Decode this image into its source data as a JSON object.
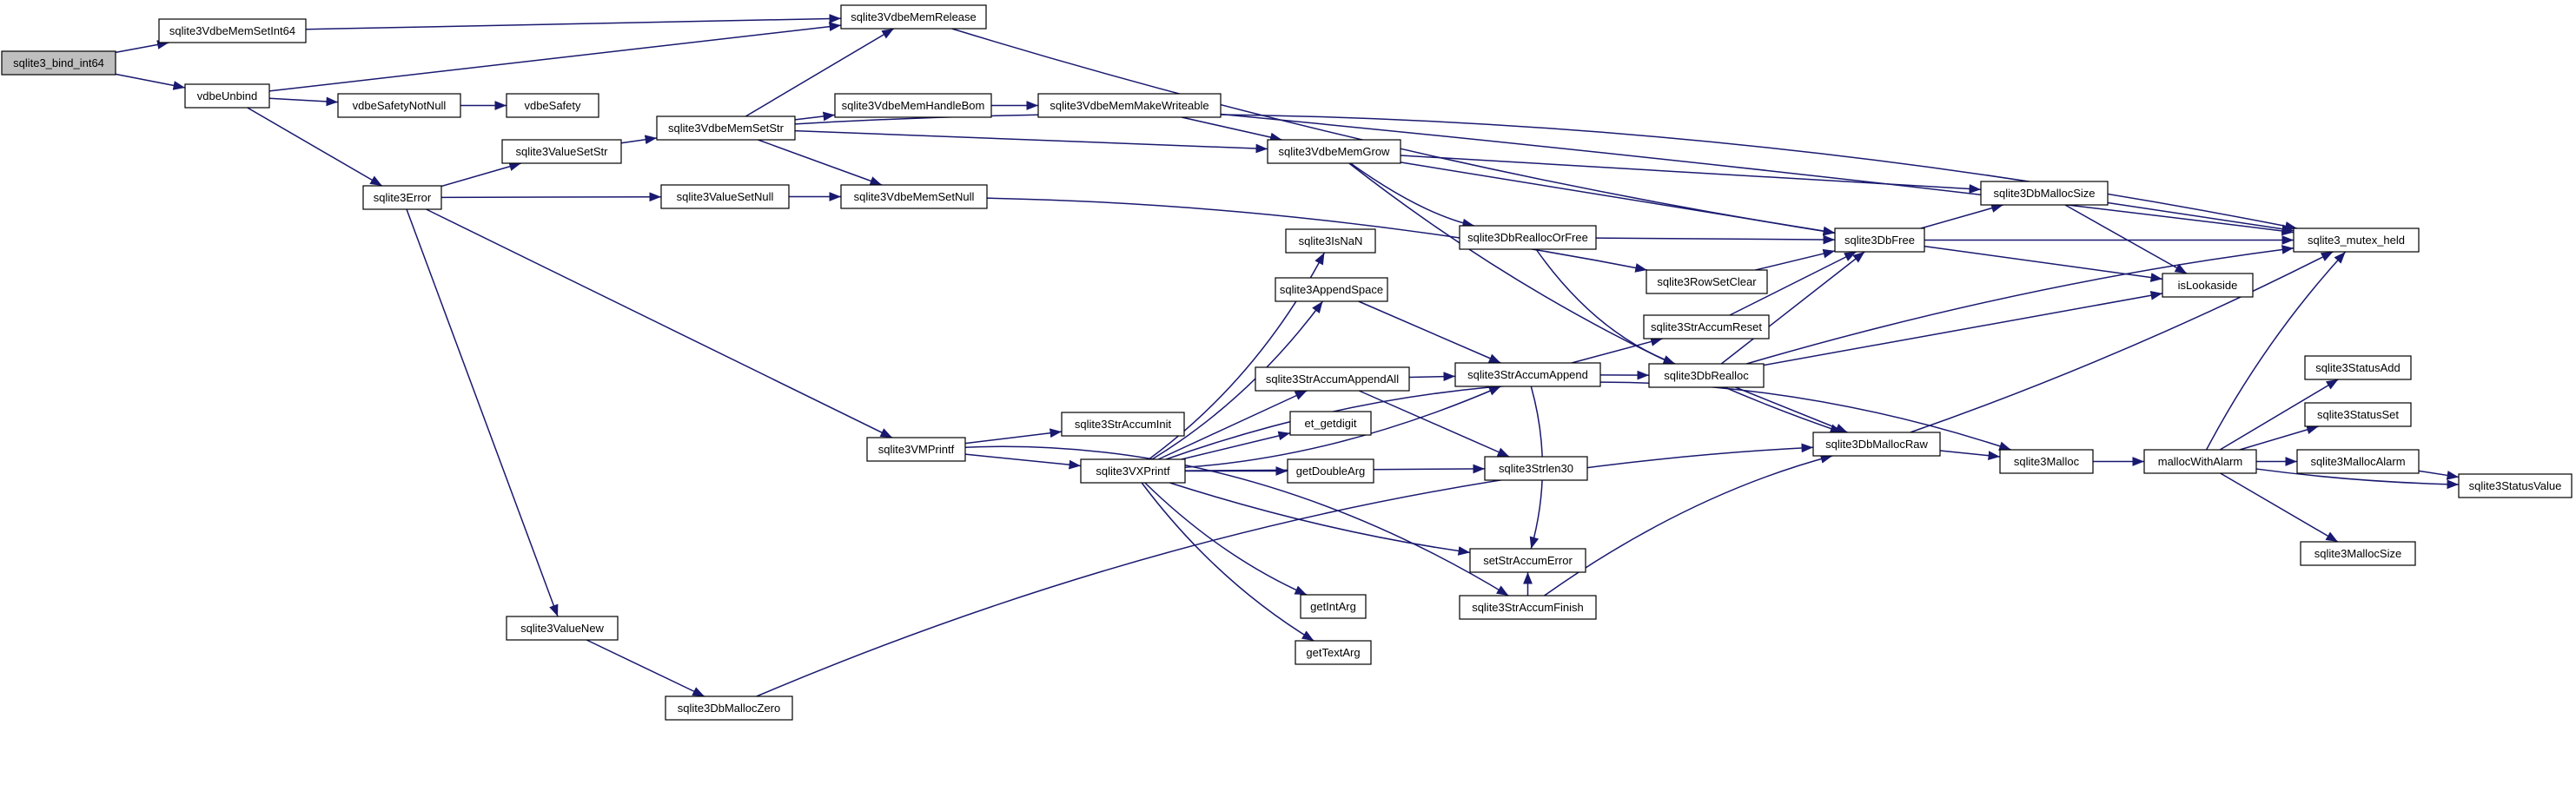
{
  "diagram": {
    "root": "sqlite3_bind_int64",
    "nodes": [
      {
        "id": "sqlite3_bind_int64",
        "label": "sqlite3_bind_int64"
      },
      {
        "id": "sqlite3VdbeMemSetInt64",
        "label": "sqlite3VdbeMemSetInt64"
      },
      {
        "id": "vdbeUnbind",
        "label": "vdbeUnbind"
      },
      {
        "id": "sqlite3VdbeMemRelease",
        "label": "sqlite3VdbeMemRelease"
      },
      {
        "id": "vdbeSafetyNotNull",
        "label": "vdbeSafetyNotNull"
      },
      {
        "id": "vdbeSafety",
        "label": "vdbeSafety"
      },
      {
        "id": "sqlite3VdbeMemSetStr",
        "label": "sqlite3VdbeMemSetStr"
      },
      {
        "id": "sqlite3ValueSetStr",
        "label": "sqlite3ValueSetStr"
      },
      {
        "id": "sqlite3Error",
        "label": "sqlite3Error"
      },
      {
        "id": "sqlite3ValueSetNull",
        "label": "sqlite3ValueSetNull"
      },
      {
        "id": "sqlite3VdbeMemSetNull",
        "label": "sqlite3VdbeMemSetNull"
      },
      {
        "id": "sqlite3VdbeMemHandleBom",
        "label": "sqlite3VdbeMemHandleBom"
      },
      {
        "id": "sqlite3VdbeMemMakeWriteable",
        "label": "sqlite3VdbeMemMakeWriteable"
      },
      {
        "id": "sqlite3VdbeMemGrow",
        "label": "sqlite3VdbeMemGrow"
      },
      {
        "id": "sqlite3DbReallocOrFree",
        "label": "sqlite3DbReallocOrFree"
      },
      {
        "id": "sqlite3DbFree",
        "label": "sqlite3DbFree"
      },
      {
        "id": "sqlite3DbMallocSize",
        "label": "sqlite3DbMallocSize"
      },
      {
        "id": "sqlite3_mutex_held",
        "label": "sqlite3_mutex_held"
      },
      {
        "id": "isLookaside",
        "label": "isLookaside"
      },
      {
        "id": "sqlite3RowSetClear",
        "label": "sqlite3RowSetClear"
      },
      {
        "id": "sqlite3IsNaN",
        "label": "sqlite3IsNaN"
      },
      {
        "id": "sqlite3AppendSpace",
        "label": "sqlite3AppendSpace"
      },
      {
        "id": "sqlite3StrAccumReset",
        "label": "sqlite3StrAccumReset"
      },
      {
        "id": "sqlite3StrAccumAppend",
        "label": "sqlite3StrAccumAppend"
      },
      {
        "id": "sqlite3StrAccumAppendAll",
        "label": "sqlite3StrAccumAppendAll"
      },
      {
        "id": "sqlite3DbRealloc",
        "label": "sqlite3DbRealloc"
      },
      {
        "id": "sqlite3StrAccumInit",
        "label": "sqlite3StrAccumInit"
      },
      {
        "id": "sqlite3VMPrintf",
        "label": "sqlite3VMPrintf"
      },
      {
        "id": "et_getdigit",
        "label": "et_getdigit"
      },
      {
        "id": "sqlite3VXPrintf",
        "label": "sqlite3VXPrintf"
      },
      {
        "id": "getDoubleArg",
        "label": "getDoubleArg"
      },
      {
        "id": "sqlite3DbMallocRaw",
        "label": "sqlite3DbMallocRaw"
      },
      {
        "id": "sqlite3Malloc",
        "label": "sqlite3Malloc"
      },
      {
        "id": "mallocWithAlarm",
        "label": "mallocWithAlarm"
      },
      {
        "id": "sqlite3Strlen30",
        "label": "sqlite3Strlen30"
      },
      {
        "id": "sqlite3StatusAdd",
        "label": "sqlite3StatusAdd"
      },
      {
        "id": "sqlite3StatusSet",
        "label": "sqlite3StatusSet"
      },
      {
        "id": "sqlite3MallocAlarm",
        "label": "sqlite3MallocAlarm"
      },
      {
        "id": "sqlite3StatusValue",
        "label": "sqlite3StatusValue"
      },
      {
        "id": "setStrAccumError",
        "label": "setStrAccumError"
      },
      {
        "id": "sqlite3MallocSize",
        "label": "sqlite3MallocSize"
      },
      {
        "id": "getIntArg",
        "label": "getIntArg"
      },
      {
        "id": "sqlite3StrAccumFinish",
        "label": "sqlite3StrAccumFinish"
      },
      {
        "id": "sqlite3ValueNew",
        "label": "sqlite3ValueNew"
      },
      {
        "id": "getTextArg",
        "label": "getTextArg"
      },
      {
        "id": "sqlite3DbMallocZero",
        "label": "sqlite3DbMallocZero"
      }
    ],
    "edges": [
      {
        "from": "sqlite3_bind_int64",
        "to": "sqlite3VdbeMemSetInt64"
      },
      {
        "from": "sqlite3_bind_int64",
        "to": "vdbeUnbind"
      },
      {
        "from": "sqlite3VdbeMemSetInt64",
        "to": "sqlite3VdbeMemRelease"
      },
      {
        "from": "vdbeUnbind",
        "to": "sqlite3VdbeMemRelease"
      },
      {
        "from": "vdbeUnbind",
        "to": "vdbeSafetyNotNull"
      },
      {
        "from": "vdbeUnbind",
        "to": "sqlite3Error"
      },
      {
        "from": "vdbeSafetyNotNull",
        "to": "vdbeSafety"
      },
      {
        "from": "sqlite3VdbeMemRelease",
        "to": "sqlite3DbFree"
      },
      {
        "from": "sqlite3Error",
        "to": "sqlite3ValueSetStr"
      },
      {
        "from": "sqlite3Error",
        "to": "sqlite3ValueSetNull"
      },
      {
        "from": "sqlite3Error",
        "to": "sqlite3VMPrintf"
      },
      {
        "from": "sqlite3Error",
        "to": "sqlite3ValueNew"
      },
      {
        "from": "sqlite3ValueSetStr",
        "to": "sqlite3VdbeMemSetStr"
      },
      {
        "from": "sqlite3ValueSetNull",
        "to": "sqlite3VdbeMemSetNull"
      },
      {
        "from": "sqlite3VdbeMemSetStr",
        "to": "sqlite3VdbeMemRelease"
      },
      {
        "from": "sqlite3VdbeMemSetStr",
        "to": "sqlite3VdbeMemHandleBom"
      },
      {
        "from": "sqlite3VdbeMemSetStr",
        "to": "sqlite3VdbeMemGrow"
      },
      {
        "from": "sqlite3VdbeMemSetStr",
        "to": "sqlite3VdbeMemSetNull"
      },
      {
        "from": "sqlite3VdbeMemSetStr",
        "to": "sqlite3_mutex_held"
      },
      {
        "from": "sqlite3VdbeMemSetNull",
        "to": "sqlite3RowSetClear"
      },
      {
        "from": "sqlite3VdbeMemHandleBom",
        "to": "sqlite3VdbeMemMakeWriteable"
      },
      {
        "from": "sqlite3VdbeMemMakeWriteable",
        "to": "sqlite3VdbeMemGrow"
      },
      {
        "from": "sqlite3VdbeMemMakeWriteable",
        "to": "sqlite3_mutex_held"
      },
      {
        "from": "sqlite3VdbeMemGrow",
        "to": "sqlite3DbReallocOrFree"
      },
      {
        "from": "sqlite3VdbeMemGrow",
        "to": "sqlite3DbFree"
      },
      {
        "from": "sqlite3VdbeMemGrow",
        "to": "sqlite3DbMallocSize"
      },
      {
        "from": "sqlite3VdbeMemGrow",
        "to": "sqlite3DbMallocRaw"
      },
      {
        "from": "sqlite3DbReallocOrFree",
        "to": "sqlite3DbFree"
      },
      {
        "from": "sqlite3DbReallocOrFree",
        "to": "sqlite3DbRealloc"
      },
      {
        "from": "sqlite3DbFree",
        "to": "sqlite3DbMallocSize"
      },
      {
        "from": "sqlite3DbFree",
        "to": "sqlite3_mutex_held"
      },
      {
        "from": "sqlite3DbFree",
        "to": "isLookaside"
      },
      {
        "from": "sqlite3DbMallocSize",
        "to": "sqlite3_mutex_held"
      },
      {
        "from": "sqlite3DbMallocSize",
        "to": "isLookaside"
      },
      {
        "from": "sqlite3RowSetClear",
        "to": "sqlite3DbFree"
      },
      {
        "from": "sqlite3VMPrintf",
        "to": "sqlite3StrAccumInit"
      },
      {
        "from": "sqlite3VMPrintf",
        "to": "sqlite3VXPrintf"
      },
      {
        "from": "sqlite3VMPrintf",
        "to": "sqlite3StrAccumFinish"
      },
      {
        "from": "sqlite3VXPrintf",
        "to": "sqlite3IsNaN"
      },
      {
        "from": "sqlite3VXPrintf",
        "to": "sqlite3AppendSpace"
      },
      {
        "from": "sqlite3VXPrintf",
        "to": "sqlite3StrAccumAppend"
      },
      {
        "from": "sqlite3VXPrintf",
        "to": "sqlite3StrAccumAppendAll"
      },
      {
        "from": "sqlite3VXPrintf",
        "to": "et_getdigit"
      },
      {
        "from": "sqlite3VXPrintf",
        "to": "getDoubleArg"
      },
      {
        "from": "sqlite3VXPrintf",
        "to": "sqlite3Strlen30"
      },
      {
        "from": "sqlite3VXPrintf",
        "to": "setStrAccumError"
      },
      {
        "from": "sqlite3VXPrintf",
        "to": "getIntArg"
      },
      {
        "from": "sqlite3VXPrintf",
        "to": "getTextArg"
      },
      {
        "from": "sqlite3VXPrintf",
        "to": "sqlite3Malloc"
      },
      {
        "from": "sqlite3AppendSpace",
        "to": "sqlite3StrAccumAppend"
      },
      {
        "from": "sqlite3StrAccumAppendAll",
        "to": "sqlite3StrAccumAppend"
      },
      {
        "from": "sqlite3StrAccumAppendAll",
        "to": "sqlite3Strlen30"
      },
      {
        "from": "sqlite3StrAccumAppend",
        "to": "sqlite3StrAccumReset"
      },
      {
        "from": "sqlite3StrAccumAppend",
        "to": "sqlite3DbRealloc"
      },
      {
        "from": "sqlite3StrAccumAppend",
        "to": "setStrAccumError"
      },
      {
        "from": "sqlite3StrAccumReset",
        "to": "sqlite3DbFree"
      },
      {
        "from": "sqlite3DbRealloc",
        "to": "sqlite3DbFree"
      },
      {
        "from": "sqlite3DbRealloc",
        "to": "isLookaside"
      },
      {
        "from": "sqlite3DbRealloc",
        "to": "sqlite3_mutex_held"
      },
      {
        "from": "sqlite3DbRealloc",
        "to": "sqlite3DbMallocRaw"
      },
      {
        "from": "sqlite3StrAccumFinish",
        "to": "setStrAccumError"
      },
      {
        "from": "sqlite3StrAccumFinish",
        "to": "sqlite3DbMallocRaw"
      },
      {
        "from": "sqlite3DbMallocRaw",
        "to": "sqlite3_mutex_held"
      },
      {
        "from": "sqlite3DbMallocRaw",
        "to": "sqlite3Malloc"
      },
      {
        "from": "sqlite3Malloc",
        "to": "mallocWithAlarm"
      },
      {
        "from": "mallocWithAlarm",
        "to": "sqlite3_mutex_held"
      },
      {
        "from": "mallocWithAlarm",
        "to": "sqlite3StatusAdd"
      },
      {
        "from": "mallocWithAlarm",
        "to": "sqlite3StatusSet"
      },
      {
        "from": "mallocWithAlarm",
        "to": "sqlite3MallocAlarm"
      },
      {
        "from": "mallocWithAlarm",
        "to": "sqlite3StatusValue"
      },
      {
        "from": "mallocWithAlarm",
        "to": "sqlite3MallocSize"
      },
      {
        "from": "sqlite3MallocAlarm",
        "to": "sqlite3StatusValue"
      },
      {
        "from": "sqlite3ValueNew",
        "to": "sqlite3DbMallocZero"
      },
      {
        "from": "sqlite3DbMallocZero",
        "to": "sqlite3DbMallocRaw"
      }
    ]
  },
  "colors": {
    "edge": "#191970",
    "node_fill": "#ffffff",
    "root_fill": "#bfbfbf",
    "node_stroke": "#000000"
  }
}
